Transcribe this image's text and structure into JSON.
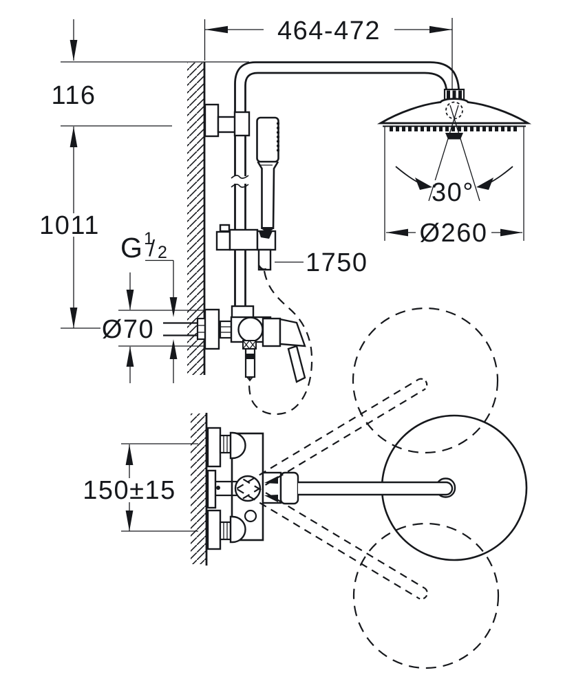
{
  "drawing": {
    "type": "technical-dimension-drawing",
    "subject": "wall-mounted shower system with head shower, hand shower and single-lever bath mixer, side view and top view",
    "colors": {
      "line": "#16181c",
      "background": "#ffffff"
    },
    "labels": {
      "width_range": "464-472",
      "wall_offset": "116",
      "riser_height": "1011",
      "thread_g": "G",
      "thread_sup": "1",
      "thread_slash": "/",
      "thread_sub": "2",
      "flange_diameter": "Ø70",
      "hose_length": "1750",
      "spray_angle": "30°",
      "head_diameter": "Ø260",
      "inlet_spacing": "150±15"
    }
  }
}
